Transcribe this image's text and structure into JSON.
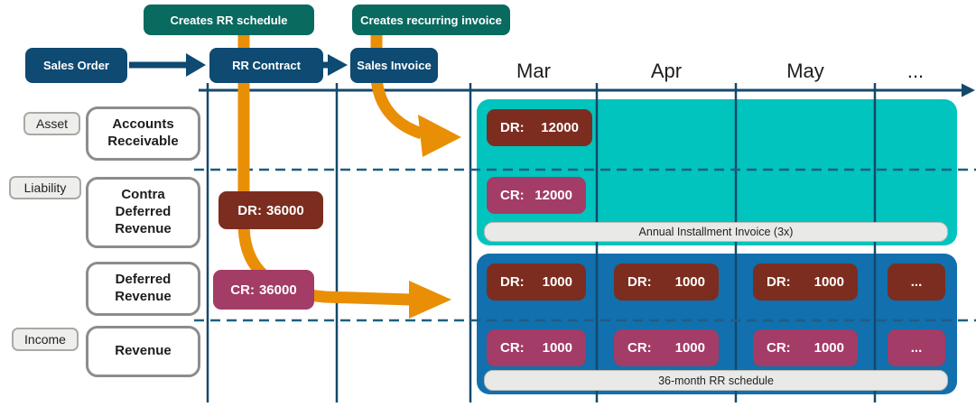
{
  "flow": {
    "sales_order": "Sales Order",
    "rr_contract": "RR Contract",
    "sales_invoice": "Sales Invoice",
    "creates_rr_schedule": "Creates RR schedule",
    "creates_recurring_invoice": "Creates recurring invoice"
  },
  "timeline": {
    "months": [
      "Mar",
      "Apr",
      "May",
      "..."
    ]
  },
  "row_tags": {
    "asset": "Asset",
    "liability": "Liability",
    "income": "Income"
  },
  "accounts": {
    "accounts_receivable": "Accounts Receivable",
    "contra_deferred_revenue": "Contra Deferred Revenue",
    "deferred_revenue": "Deferred Revenue",
    "revenue": "Revenue"
  },
  "contract_entries": {
    "dr": {
      "label": "DR:",
      "value": "36000"
    },
    "cr": {
      "label": "CR:",
      "value": "36000"
    }
  },
  "annual_invoice": {
    "dr": {
      "label": "DR:",
      "value": "12000"
    },
    "cr": {
      "label": "CR:",
      "value": "12000"
    },
    "banner": "Annual Installment Invoice (3x)"
  },
  "rr_schedule": {
    "dr_label": "DR:",
    "cr_label": "CR:",
    "dr_values": [
      "1000",
      "1000",
      "1000"
    ],
    "cr_values": [
      "1000",
      "1000",
      "1000"
    ],
    "ellipsis": "...",
    "banner": "36-month RR schedule"
  },
  "colors": {
    "dark_blue": "#0e4a72",
    "dark_teal": "#096a60",
    "orange": "#e98f06",
    "cyan_panel": "#00c4bd",
    "blue_panel": "#1170ad",
    "debit_chip": "#7c2d1f",
    "credit_chip": "#a33c67",
    "line_navy": "#14496b"
  }
}
